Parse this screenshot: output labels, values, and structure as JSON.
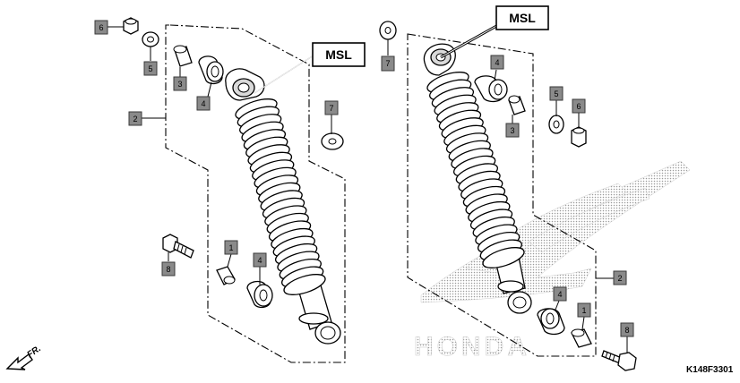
{
  "diagram_code": "K148F3301",
  "front_label": "FR.",
  "msl_label": "MSL",
  "brand_watermark": "HONDA",
  "left_assembly": {
    "callouts": [
      "6",
      "5",
      "3",
      "4",
      "2",
      "7",
      "1",
      "4",
      "8"
    ]
  },
  "right_assembly": {
    "callouts": [
      "7",
      "4",
      "3",
      "5",
      "6",
      "2",
      "4",
      "1",
      "8"
    ]
  },
  "icons": [
    "front-arrow-icon",
    "honda-wing-watermark"
  ]
}
